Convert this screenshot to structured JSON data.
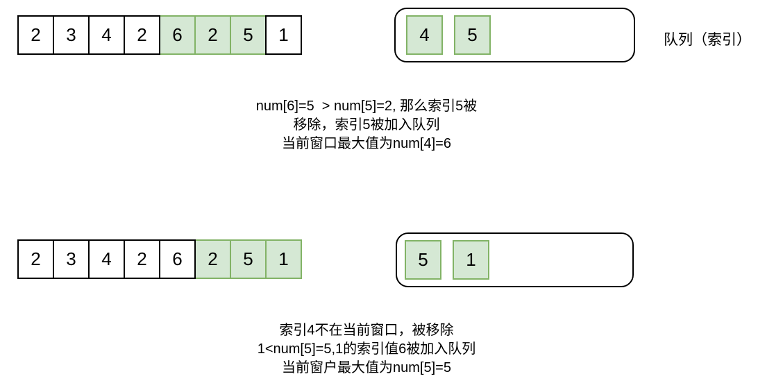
{
  "colors": {
    "green_fill": "#d5e8d4",
    "green_border": "#82b366",
    "line_black": "#000000",
    "text_color": "#000000"
  },
  "rows": [
    {
      "array_cells": [
        {
          "value": "2",
          "highlight": false
        },
        {
          "value": "3",
          "highlight": false
        },
        {
          "value": "4",
          "highlight": false
        },
        {
          "value": "2",
          "highlight": false
        },
        {
          "value": "6",
          "highlight": true
        },
        {
          "value": "2",
          "highlight": true
        },
        {
          "value": "5",
          "highlight": true
        },
        {
          "value": "1",
          "highlight": false
        }
      ],
      "queue_cells": [
        {
          "value": "4"
        },
        {
          "value": "5"
        }
      ],
      "queue_label": "队列（索引）",
      "caption_lines": [
        "num[6]=5  > num[5]=2, 那么索引5被",
        "移除，索引5被加入队列",
        "当前窗口最大值为num[4]=6"
      ]
    },
    {
      "array_cells": [
        {
          "value": "2",
          "highlight": false
        },
        {
          "value": "3",
          "highlight": false
        },
        {
          "value": "4",
          "highlight": false
        },
        {
          "value": "2",
          "highlight": false
        },
        {
          "value": "6",
          "highlight": false
        },
        {
          "value": "2",
          "highlight": true
        },
        {
          "value": "5",
          "highlight": true
        },
        {
          "value": "1",
          "highlight": true
        }
      ],
      "queue_cells": [
        {
          "value": "5"
        },
        {
          "value": "1"
        }
      ],
      "queue_label": "",
      "caption_lines": [
        "索引4不在当前窗口，被移除",
        "1<num[5]=5,1的索引值6被加入队列",
        "当前窗户最大值为num[5]=5"
      ]
    }
  ]
}
